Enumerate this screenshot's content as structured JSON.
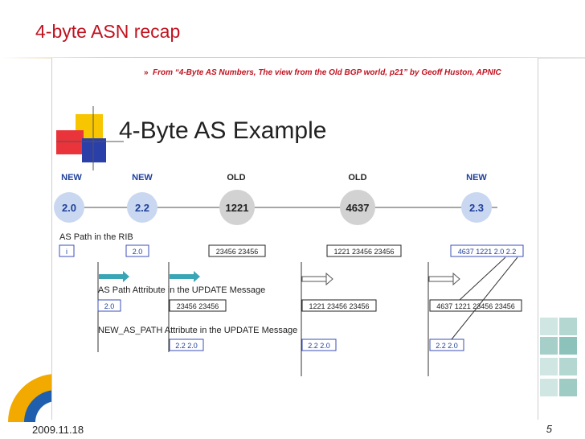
{
  "slide": {
    "title": "4-byte ASN recap",
    "bullet": "From “4-Byte AS Numbers, The view from the Old BGP world, p21” by Geoff Huston, APNIC",
    "date": "2009.11.18",
    "page_number": "5"
  },
  "figure": {
    "heading": "4-Byte AS Example",
    "nodes": [
      {
        "type": "NEW",
        "asn": "2.0"
      },
      {
        "type": "NEW",
        "asn": "2.2"
      },
      {
        "type": "OLD",
        "asn": "1221"
      },
      {
        "type": "OLD",
        "asn": "4637"
      },
      {
        "type": "NEW",
        "asn": "2.3"
      }
    ],
    "rib_label": "AS Path in the RIB",
    "rib_paths": [
      "i",
      "2.0",
      "23456 23456",
      "1221 23456 23456",
      "4637 1221 2.0 2.2"
    ],
    "update_label": "AS Path Attribute in the UPDATE Message",
    "update_paths": [
      "2.0",
      "23456  23456",
      "1221 23456 23456",
      "4637 1221 23456 23456"
    ],
    "new_as_path_label": "NEW_AS_PATH Attribute in the UPDATE Message",
    "new_as_paths": [
      "2.2  2.0",
      "2.2  2.0",
      "2.2  2.0"
    ]
  },
  "colors": {
    "title": "#c1121f",
    "new_text": "#1f3f9a",
    "node_new": "#c9d8f0",
    "node_old": "#d2d2d2",
    "box_new": "#3b4fb8",
    "arrow": "#3aa5b5"
  }
}
